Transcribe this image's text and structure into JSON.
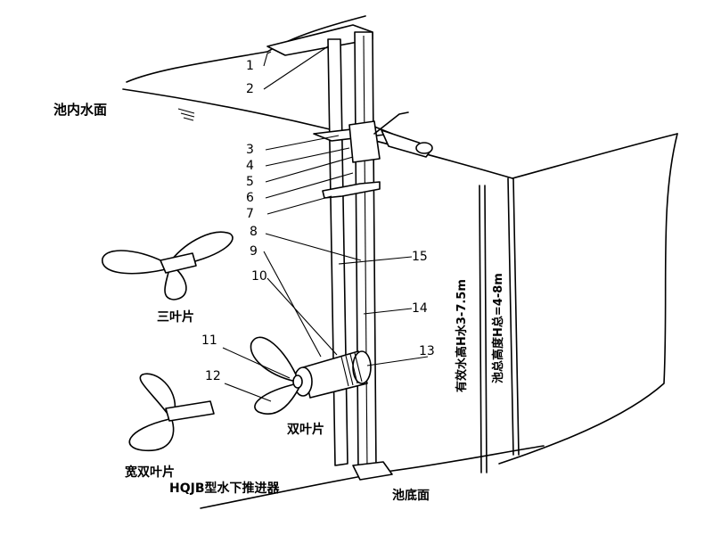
{
  "labels": {
    "water_surface": "池内水面",
    "pool_bottom": "池底面",
    "three_blade": "三叶片",
    "two_blade": "双叶片",
    "wide_two_blade": "宽双叶片",
    "title": "HQJB型水下推进器",
    "effective_depth": "有效水高H水3-7.5m",
    "total_height": "池总高度H总=4-8m"
  },
  "callouts": [
    "1",
    "2",
    "3",
    "4",
    "5",
    "6",
    "7",
    "8",
    "9",
    "10",
    "11",
    "12",
    "13",
    "14",
    "15"
  ],
  "icons": {
    "water_mark": "water-level-symbol-icon"
  }
}
